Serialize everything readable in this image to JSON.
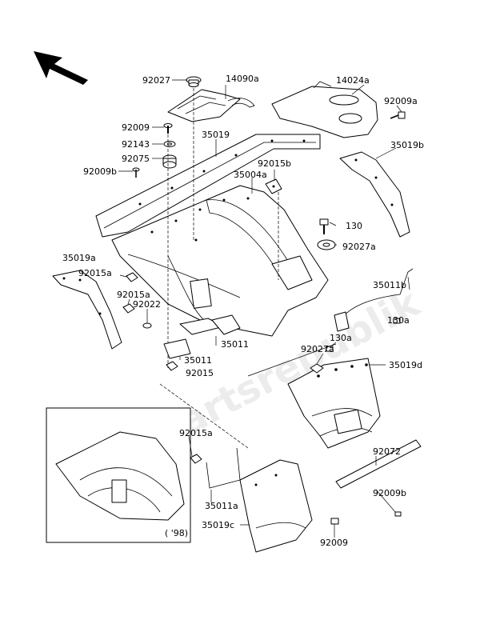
{
  "labels": {
    "l_92027": "92027",
    "l_14090a": "14090a",
    "l_14024a": "14024a",
    "l_92009a": "92009a",
    "l_92009_top": "92009",
    "l_92143": "92143",
    "l_35019": "35019",
    "l_92075": "92075",
    "l_92009b_top": "92009b",
    "l_35004a": "35004a",
    "l_92015b": "92015b",
    "l_35019b": "35019b",
    "l_130": "130",
    "l_92027a_top": "92027a",
    "l_35019a": "35019a",
    "l_92015a_left": "92015a",
    "l_35011b": "35011b",
    "l_92015a_mid": "92015a",
    "l_92022": "92022",
    "l_130a_right": "130a",
    "l_35011_a": "35011",
    "l_130a_mid": "130a",
    "l_92027a_mid": "92027a",
    "l_35019d": "35019d",
    "l_35011_b": "35011",
    "l_92015": "92015",
    "l_92015a_bottom": "92015a",
    "l_92072": "92072",
    "l_35011a": "35011a",
    "l_92009b_bottom": "92009b",
    "l_35019c": "35019c",
    "l_92009_bottom": "92009",
    "l_98": "( '98)"
  },
  "watermark": "Partsrepublik",
  "icons": {
    "front_arrow": "direction-arrow-icon"
  }
}
